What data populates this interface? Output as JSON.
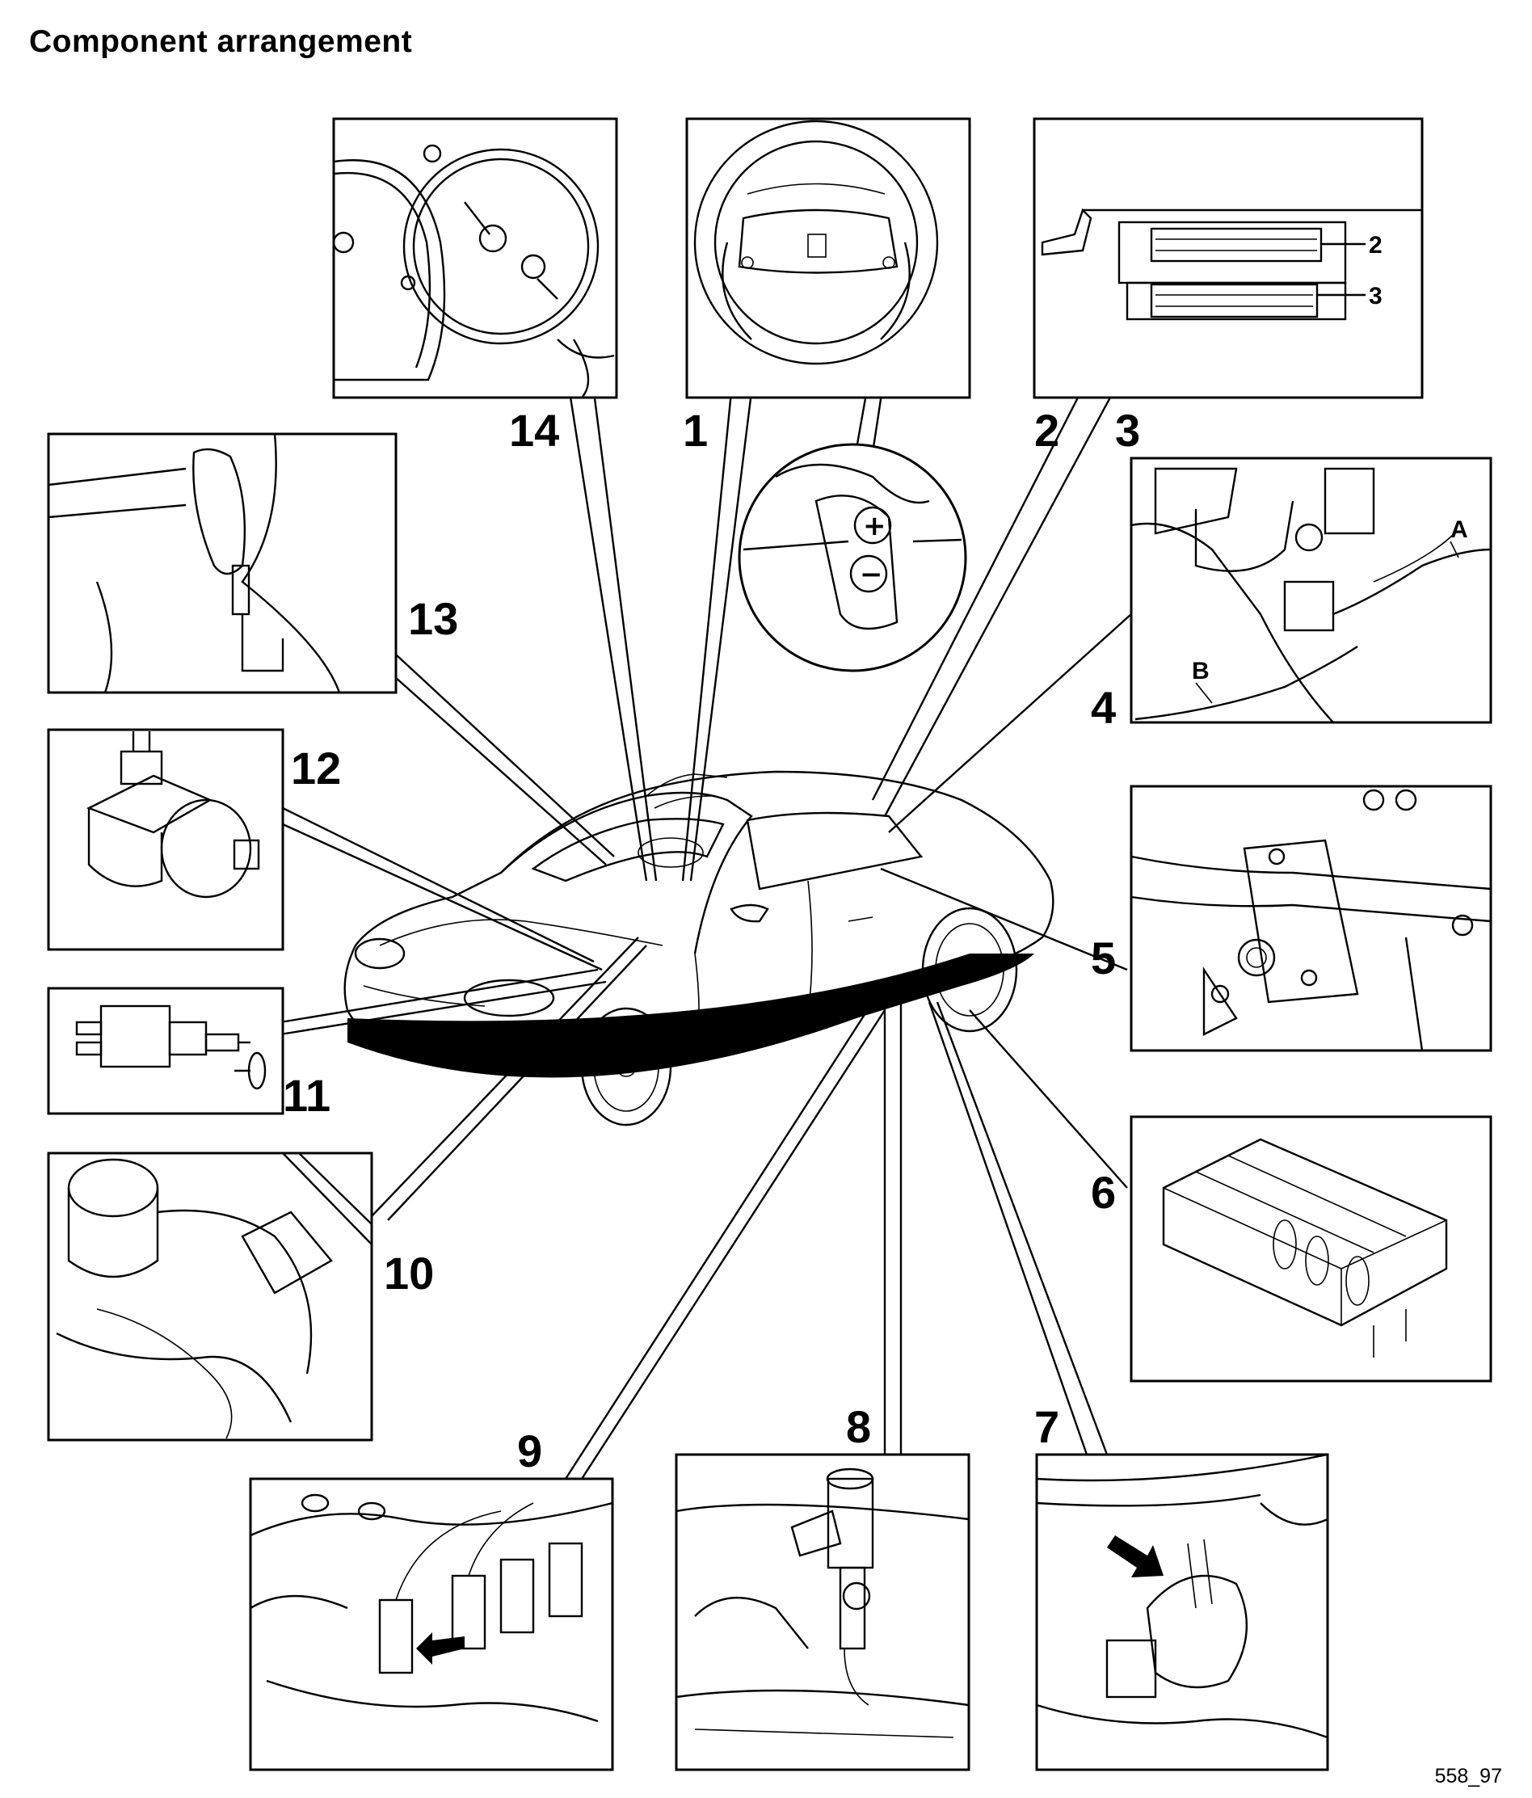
{
  "title": "Component arrangement",
  "figure_id": "558_97",
  "callouts": [
    "1",
    "2",
    "3",
    "4",
    "5",
    "6",
    "7",
    "8",
    "9",
    "10",
    "11",
    "12",
    "13",
    "14"
  ],
  "insets": {
    "control_unit": {
      "connector_labels": [
        "2",
        "3"
      ]
    },
    "panel_4": {
      "markers": [
        "A",
        "B"
      ]
    },
    "steering_switch": {
      "symbols": [
        "+",
        "−"
      ]
    }
  },
  "colors": {
    "ink": "#000000",
    "paper": "#ffffff"
  }
}
